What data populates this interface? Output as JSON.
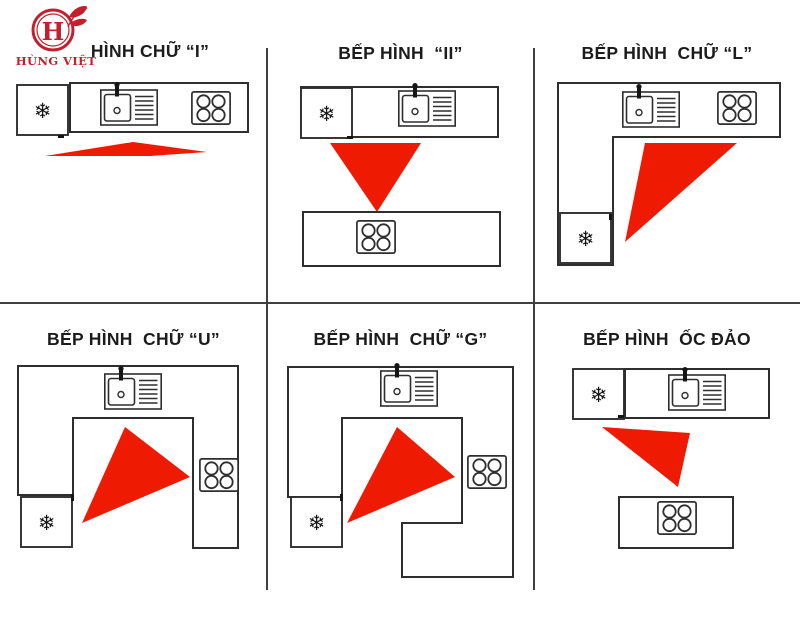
{
  "logo": {
    "brand": "HÙNG VIỆT",
    "monogram": "H"
  },
  "panels": [
    {
      "id": "i",
      "title": "HÌNH CHỮ “I”"
    },
    {
      "id": "ii",
      "title": "BẾP HÌNH  “II”"
    },
    {
      "id": "l",
      "title": "BẾP HÌNH  CHỮ “L”"
    },
    {
      "id": "u",
      "title": "BẾP HÌNH  CHỮ “U”"
    },
    {
      "id": "g",
      "title": "BẾP HÌNH  CHỮ “G”"
    },
    {
      "id": "island",
      "title": "BẾP HÌNH  ỐC ĐẢO"
    }
  ],
  "icons": {
    "fridge_glyph": "❄",
    "fridge_icon": "snowflake-icon",
    "sink_icon": "sink-icon",
    "stove_icon": "four-burner-stove-icon",
    "triangle_meaning": "work-triangle"
  },
  "colors": {
    "triangle": "#ee1b02",
    "logo_red": "#c51f2d",
    "line": "#2e2e2e",
    "divider": "#3f3f3f",
    "title": "#1c1c1c",
    "background": "#ffffff"
  }
}
